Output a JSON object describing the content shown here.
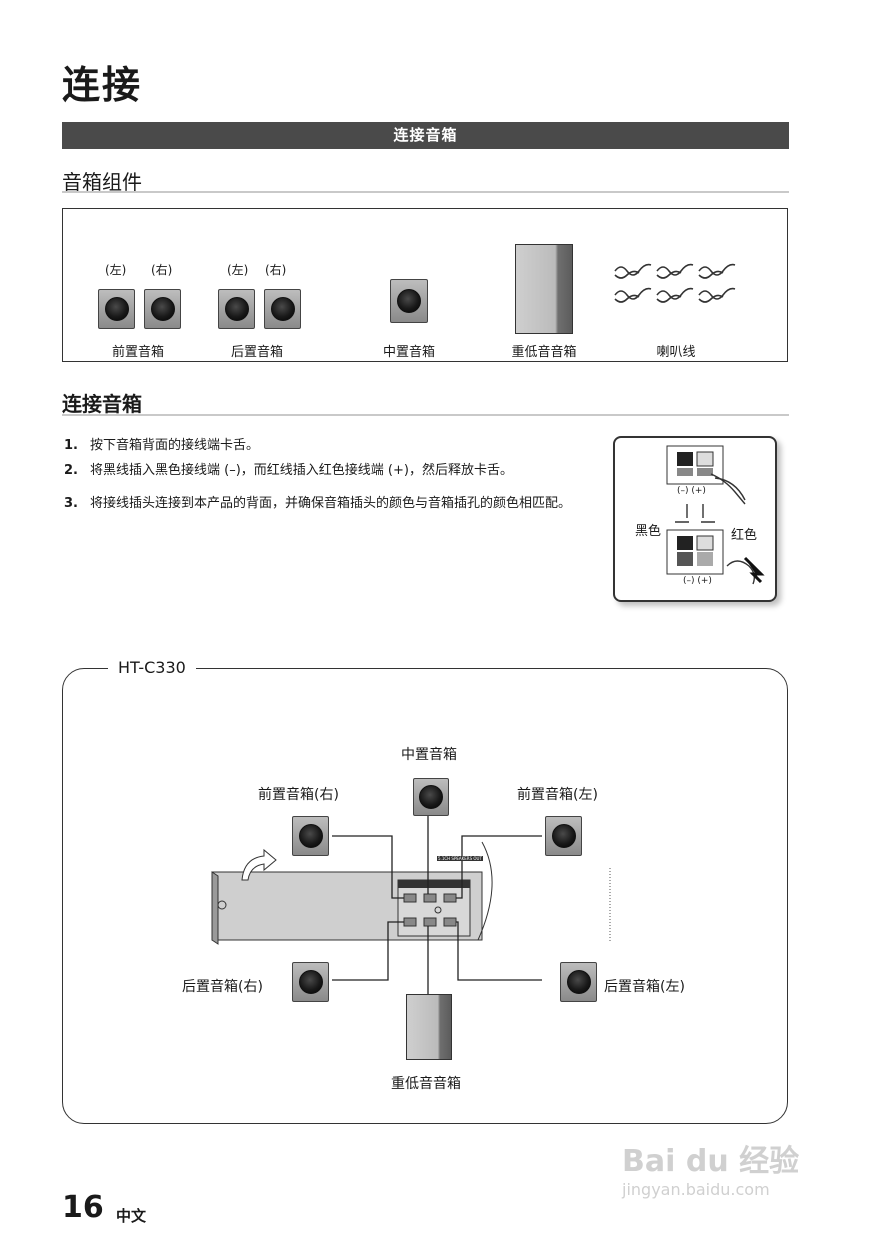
{
  "page_title": "连接",
  "section_bar": "连接音箱",
  "components": {
    "heading": "音箱组件",
    "front": {
      "left_tag": "(左)",
      "right_tag": "(右)",
      "caption": "前置音箱"
    },
    "rear": {
      "left_tag": "(左)",
      "right_tag": "(右)",
      "caption": "后置音箱"
    },
    "center_caption": "中置音箱",
    "subwoofer_caption": "重低音音箱",
    "cable_caption": "喇叭线"
  },
  "connect": {
    "heading": "连接音箱",
    "steps": [
      {
        "num": "1.",
        "text": "按下音箱背面的接线端卡舌。"
      },
      {
        "num": "2.",
        "text": "将黑线插入黑色接线端 (–)，而红线插入红色接线端 (+)，然后释放卡舌。"
      },
      {
        "num": "3.",
        "text": "将接线插头连接到本产品的背面，并确保音箱插头的颜色与音箱插孔的颜色相匹配。"
      }
    ],
    "inset": {
      "polarity_top": "(–)  (+)",
      "black_label": "黑色",
      "red_label": "红色",
      "polarity_bottom": "(–)  (+)"
    }
  },
  "diagram": {
    "model": "HT-C330",
    "center": "中置音箱",
    "front_right": "前置音箱(右)",
    "front_left": "前置音箱(左)",
    "rear_right": "后置音箱(右)",
    "rear_left": "后置音箱(左)",
    "subwoofer": "重低音音箱",
    "panel_label": "5.1CH SPEAKERS OUT"
  },
  "watermark": {
    "main": "Bai du 经验",
    "url": "jingyan.baidu.com"
  },
  "footer": {
    "page_number": "16",
    "language": "中文"
  }
}
